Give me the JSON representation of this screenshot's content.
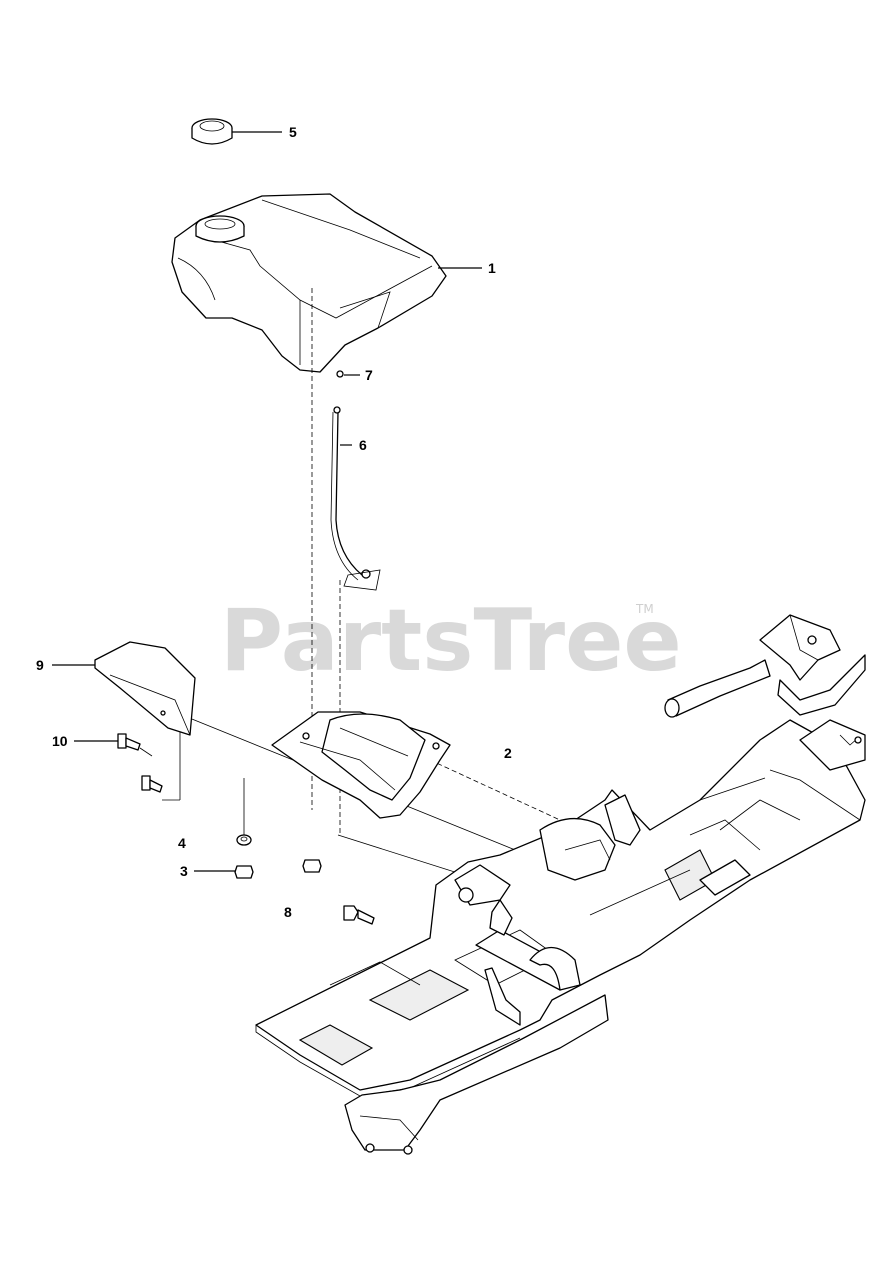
{
  "watermark": {
    "text": "PartsTree",
    "trademark": "TM"
  },
  "callouts": [
    "1",
    "2",
    "3",
    "4",
    "5",
    "6",
    "7",
    "8",
    "9",
    "10"
  ]
}
